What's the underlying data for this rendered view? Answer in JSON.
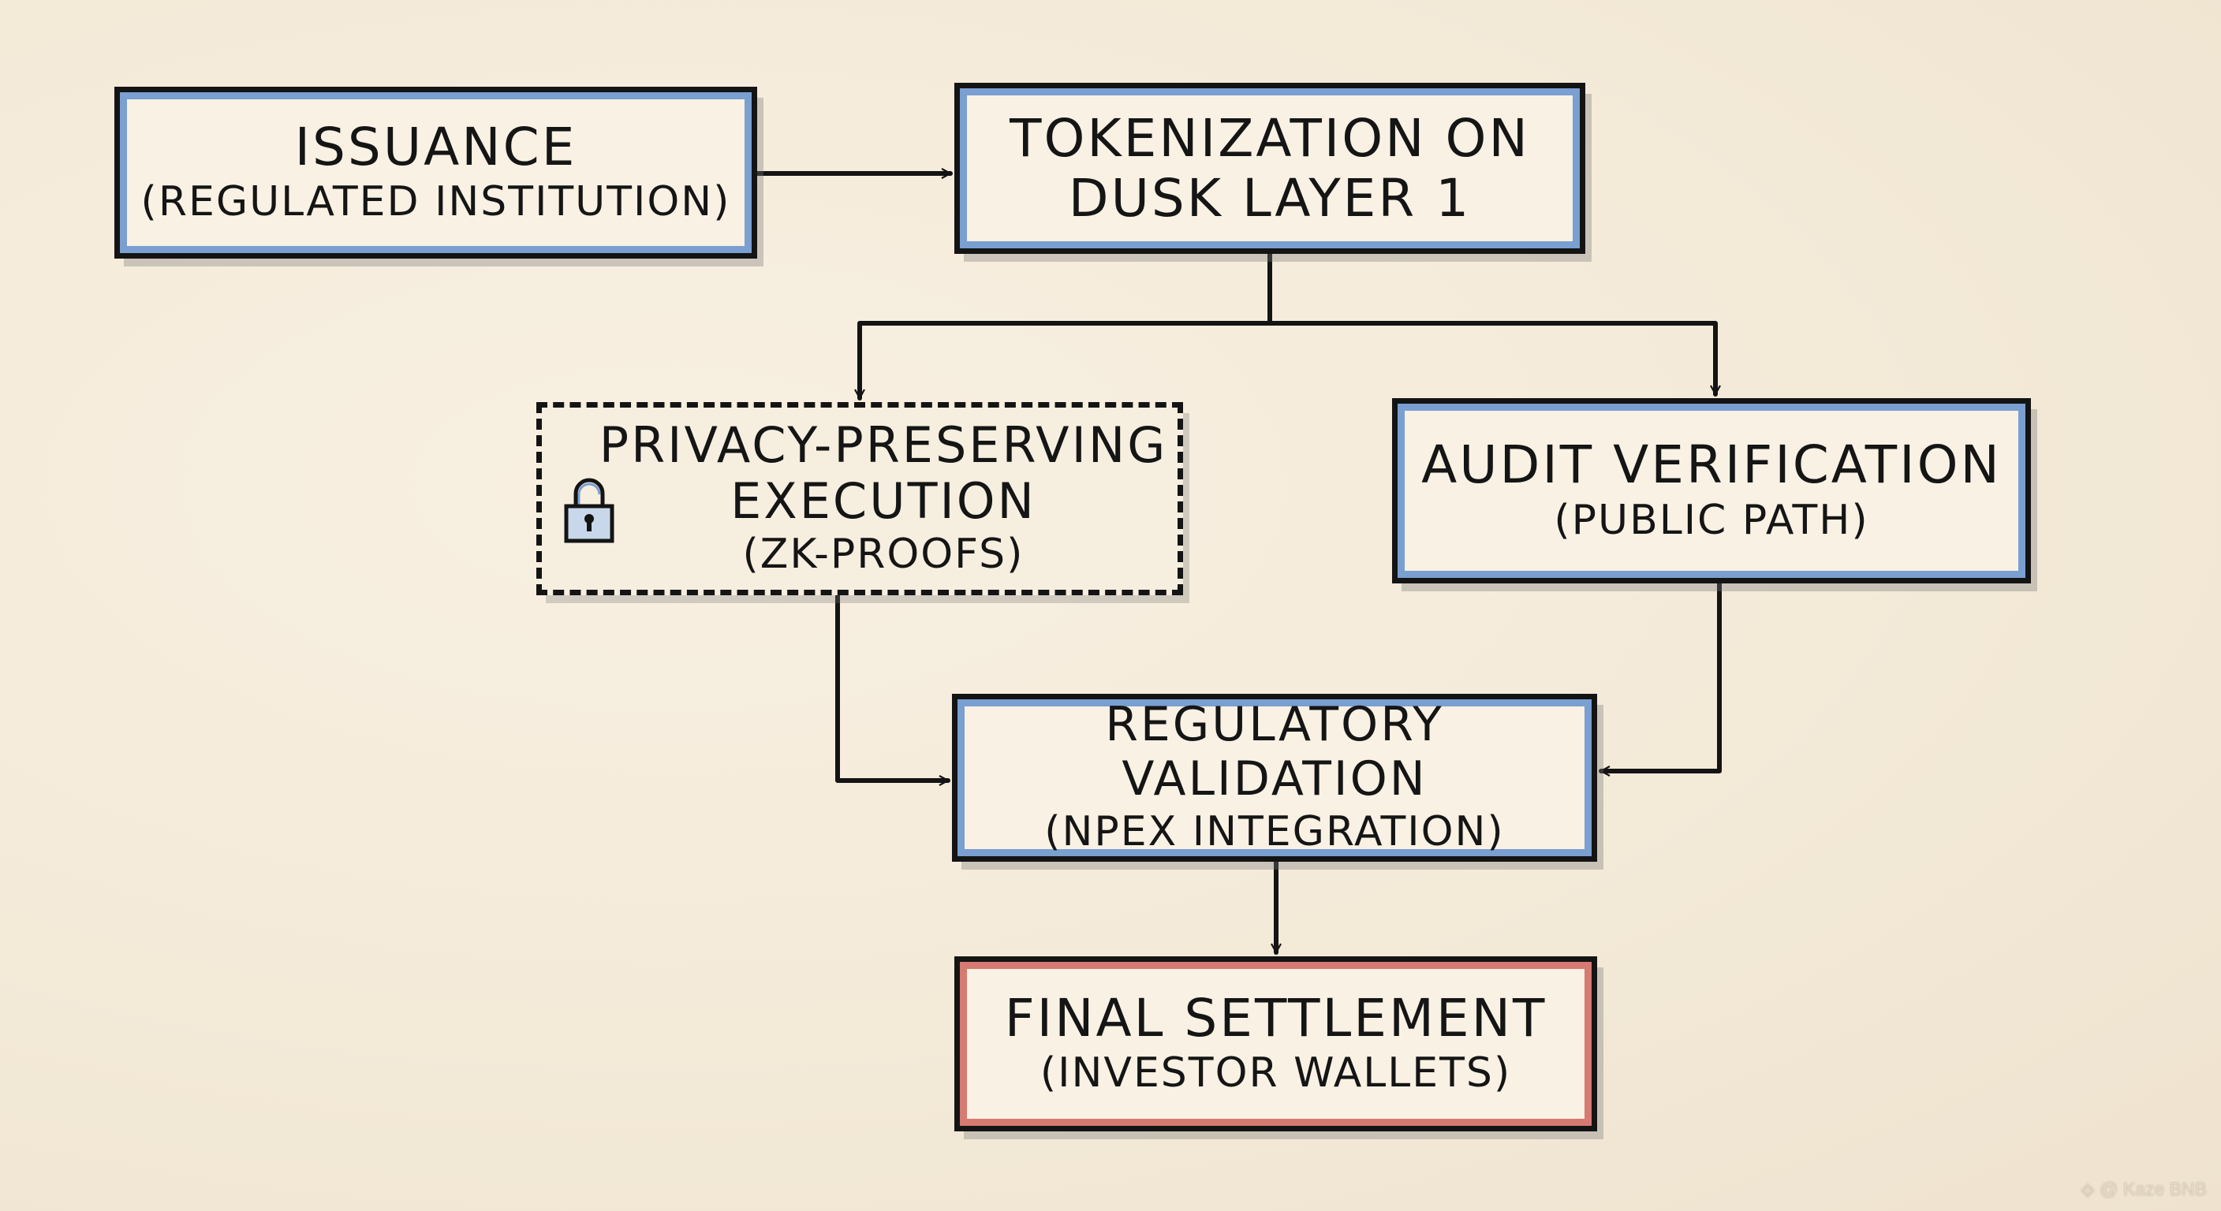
{
  "diagram": {
    "nodes": {
      "issuance": {
        "title": "ISSUANCE",
        "subtitle": "(REGULATED INSTITUTION)"
      },
      "tokenization": {
        "title": "TOKENIZATION ON\nDUSK LAYER 1",
        "subtitle": ""
      },
      "privacy": {
        "title": "PRIVACY-PRESERVING\nEXECUTION",
        "subtitle": "(ZK-PROOFS)",
        "icon": "lock-icon"
      },
      "audit": {
        "title": "AUDIT VERIFICATION",
        "subtitle": "(PUBLIC PATH)"
      },
      "regulatory": {
        "title": "REGULATORY VALIDATION",
        "subtitle": "(NPEX INTEGRATION)"
      },
      "settlement": {
        "title": "FINAL SETTLEMENT",
        "subtitle": "(INVESTOR WALLETS)"
      }
    },
    "edges": [
      {
        "from": "issuance",
        "to": "tokenization"
      },
      {
        "from": "tokenization",
        "to": "privacy"
      },
      {
        "from": "tokenization",
        "to": "audit"
      },
      {
        "from": "privacy",
        "to": "regulatory"
      },
      {
        "from": "audit",
        "to": "regulatory"
      },
      {
        "from": "regulatory",
        "to": "settlement"
      }
    ],
    "colors": {
      "primary_border": "#7a9fd1",
      "final_border": "#d67a72",
      "ink": "#141414",
      "paper": "#f5ecdc"
    }
  },
  "watermark": "◈ @ Kaze BNB"
}
